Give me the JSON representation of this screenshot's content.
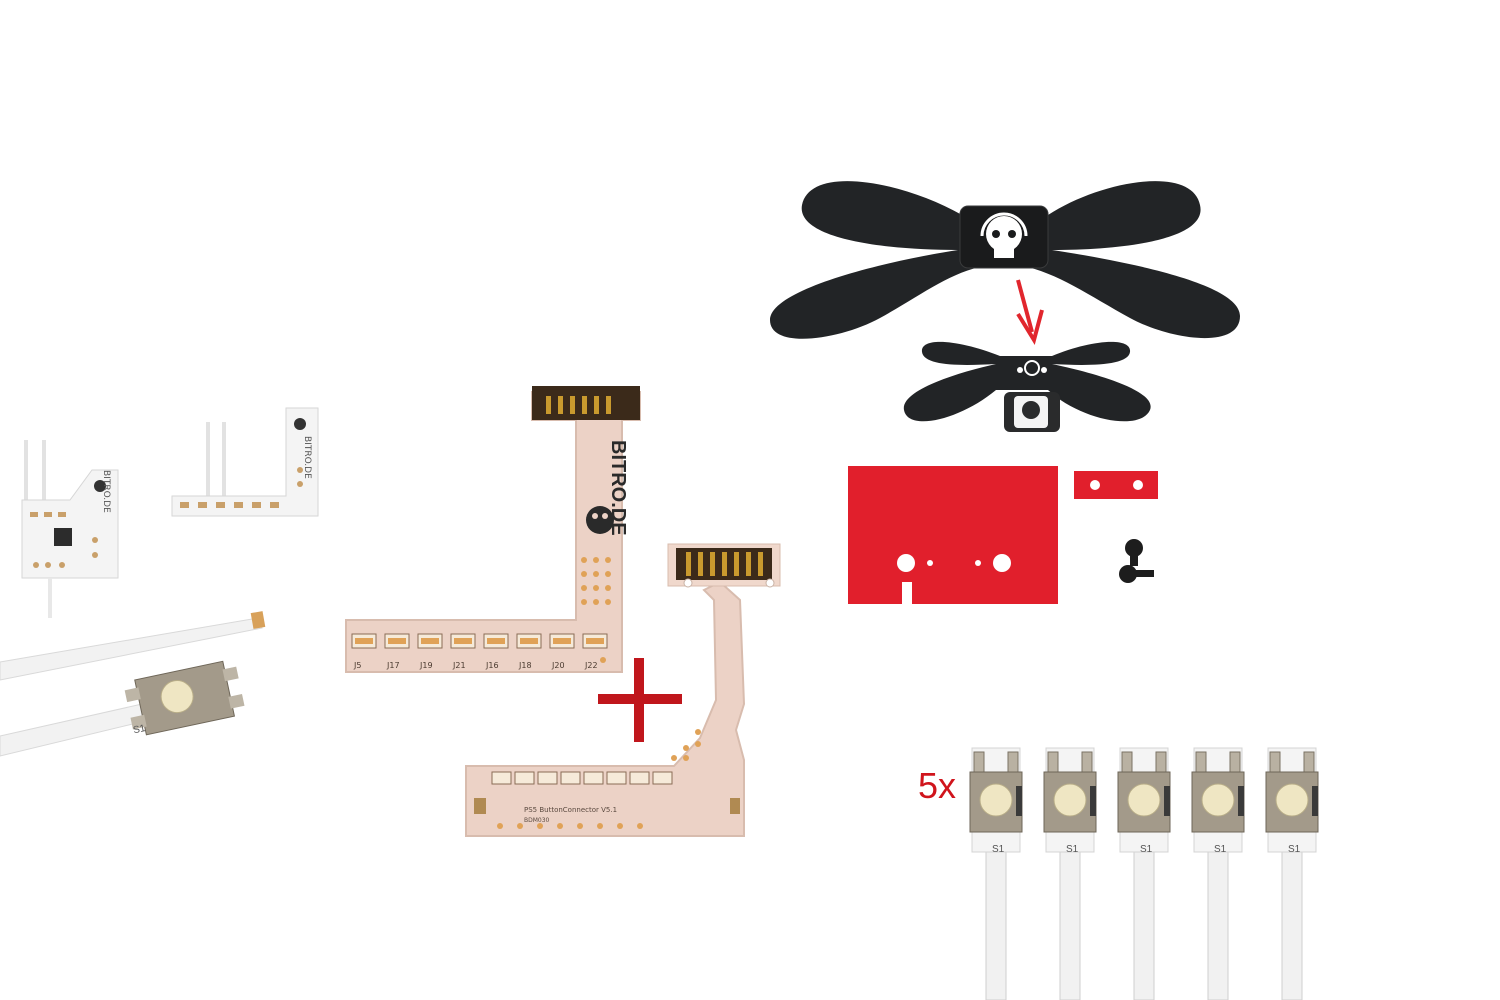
{
  "scene": {
    "background": "#ffffff",
    "colors": {
      "pcb": "#ecd2c6",
      "pcb_edge": "#d8bcae",
      "gold": "#c99a2e",
      "pad": "#e0a257",
      "bracket": "#222426",
      "red_sticker": "#e11f2c",
      "plus_sign": "#c0161c",
      "arrow": "#e1262d",
      "tactile_button": "#efe6c3",
      "switch_body": "#a39a8a"
    }
  },
  "quantity_label": "5x",
  "pcb_upper": {
    "brand_text": "BITRO.DE",
    "pad_labels": [
      "J5",
      "J17",
      "J19",
      "J21",
      "J16",
      "J18",
      "J20",
      "J22"
    ]
  },
  "pcb_lower": {
    "board_title": "PS5 ButtonConnector V5.1",
    "board_sub": "BDM030"
  },
  "small_pcbs": {
    "left_brand": "BITRO.DE",
    "right_brand": "BITRO.DE"
  },
  "switch_label": "S1",
  "icons": [
    "skull-logo-icon",
    "arrow-down-icon",
    "plus-icon"
  ]
}
